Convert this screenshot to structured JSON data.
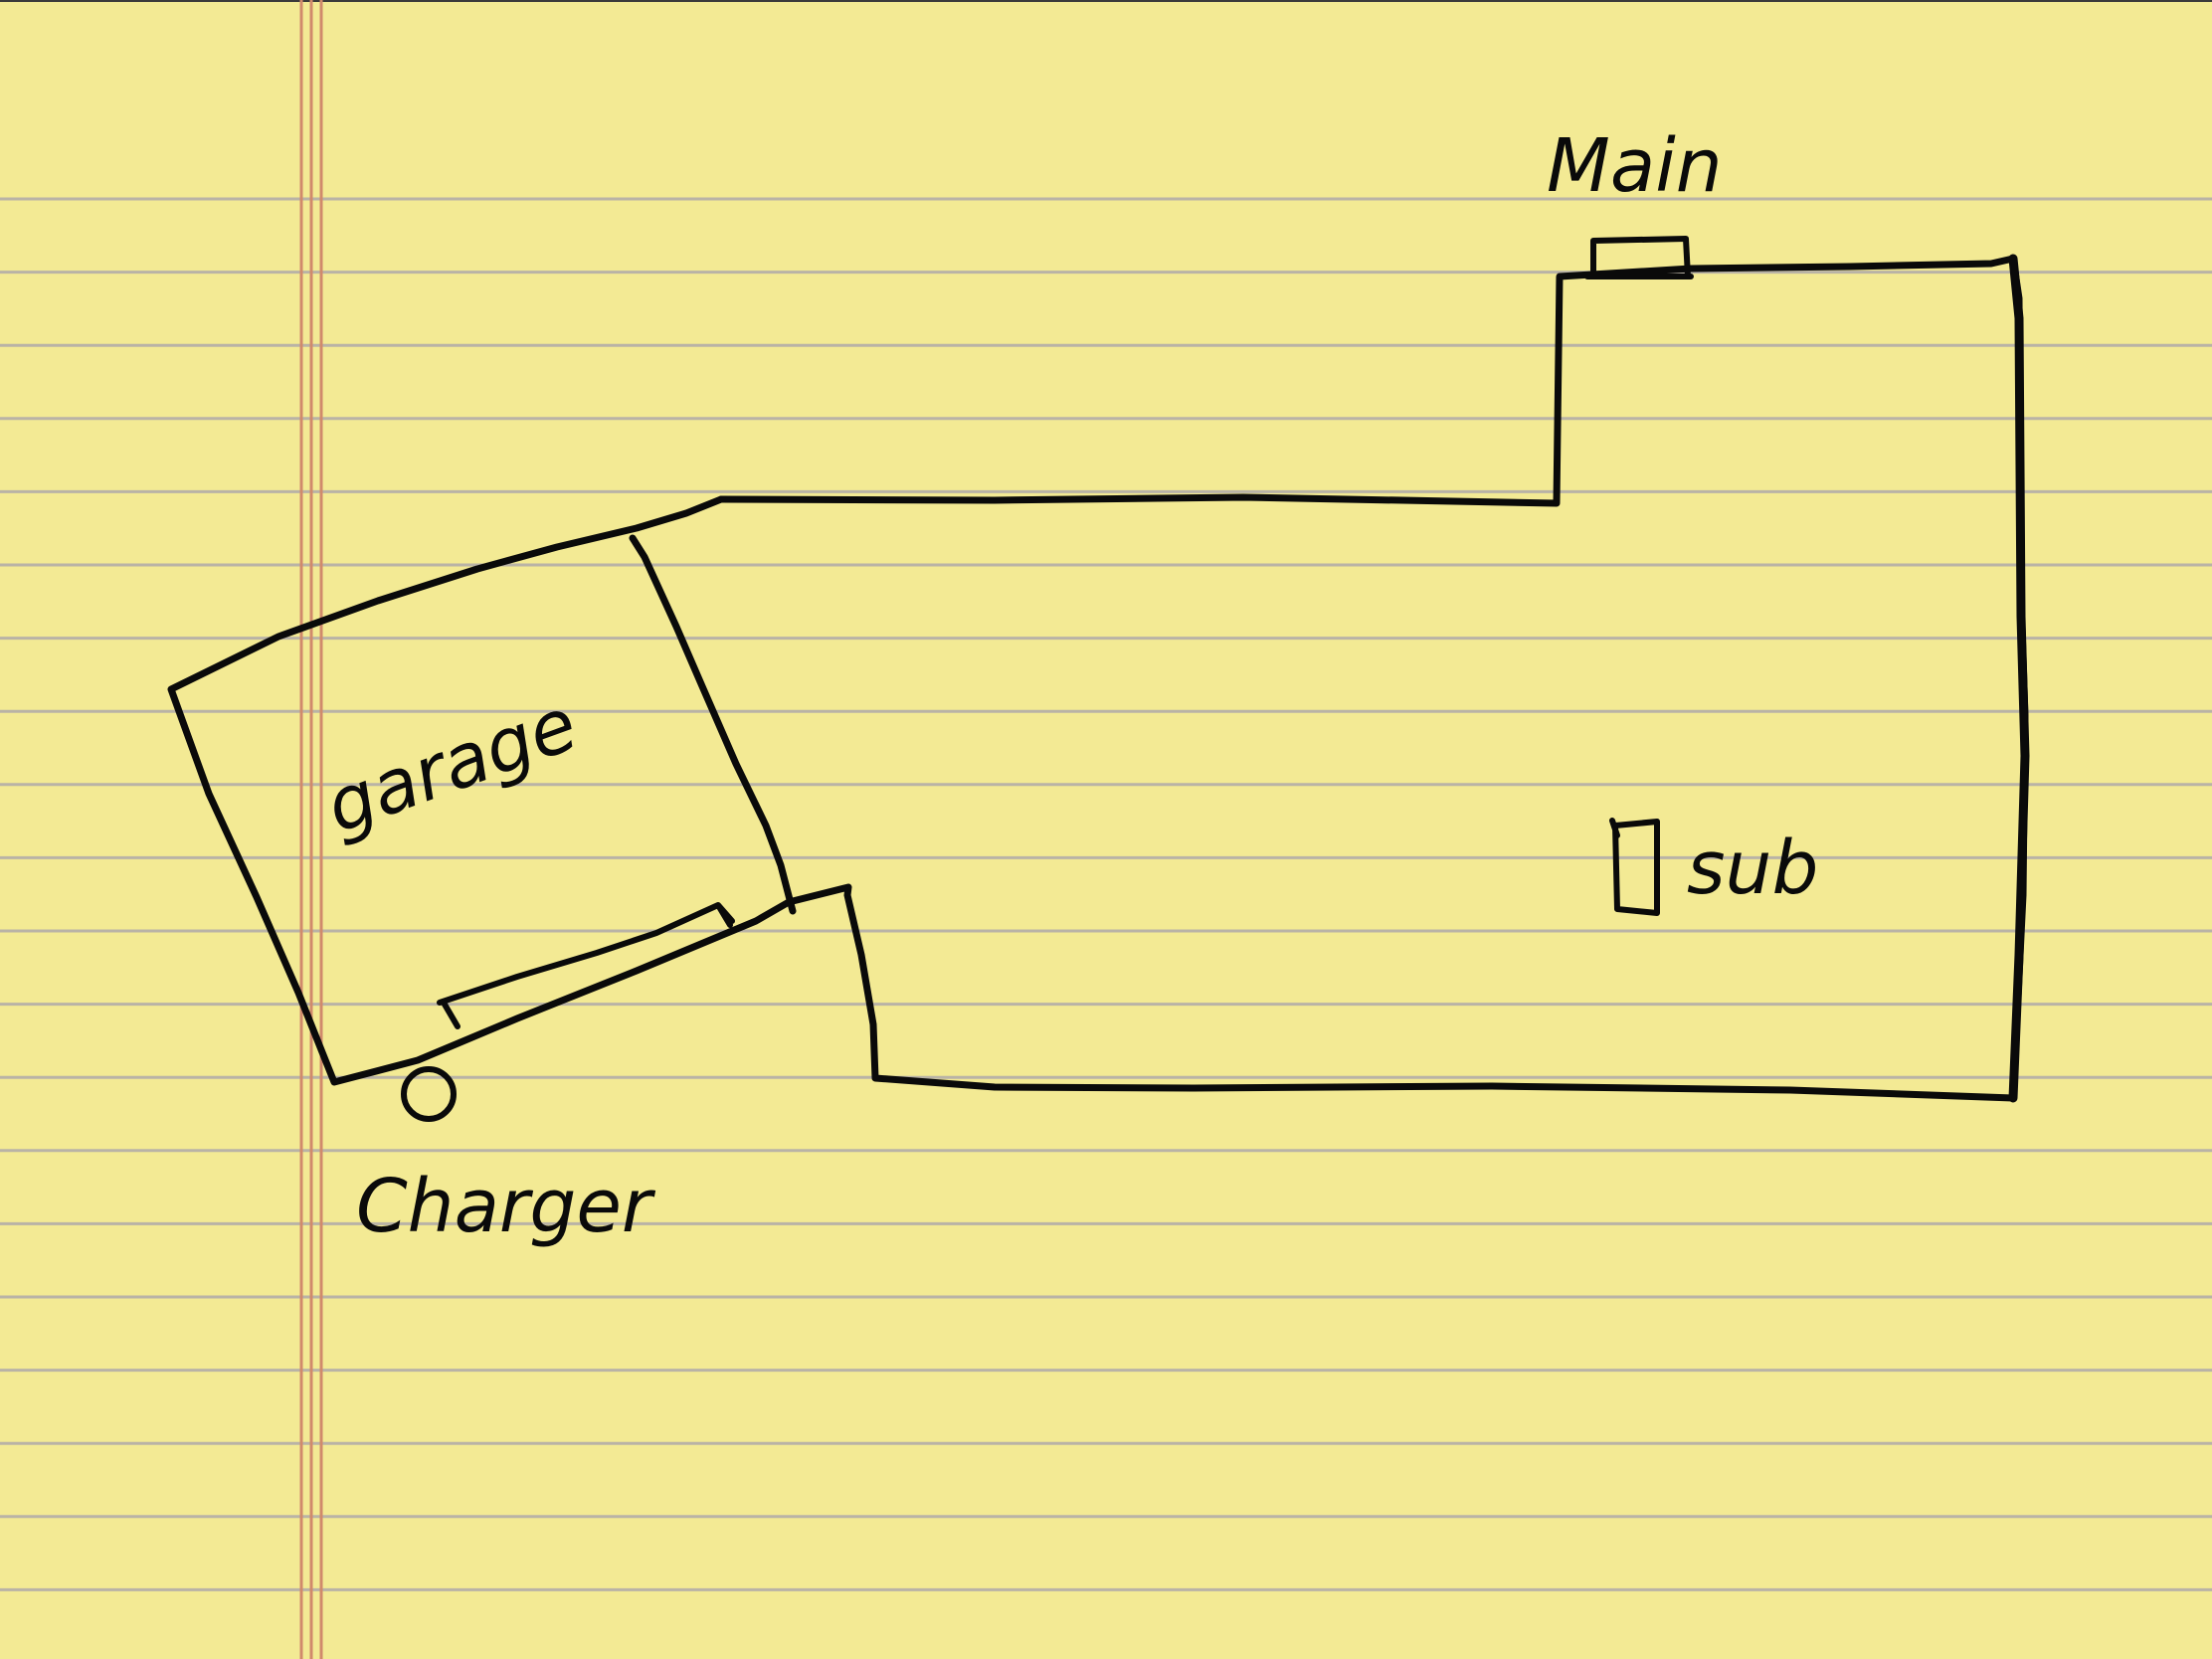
{
  "paper": {
    "background": "#f3ea94",
    "rule_color": "#b9b3a6",
    "margin_color": "#d08a6c"
  },
  "labels": {
    "main": "Main",
    "sub": "sub",
    "garage": "garage",
    "charger": "Charger"
  }
}
